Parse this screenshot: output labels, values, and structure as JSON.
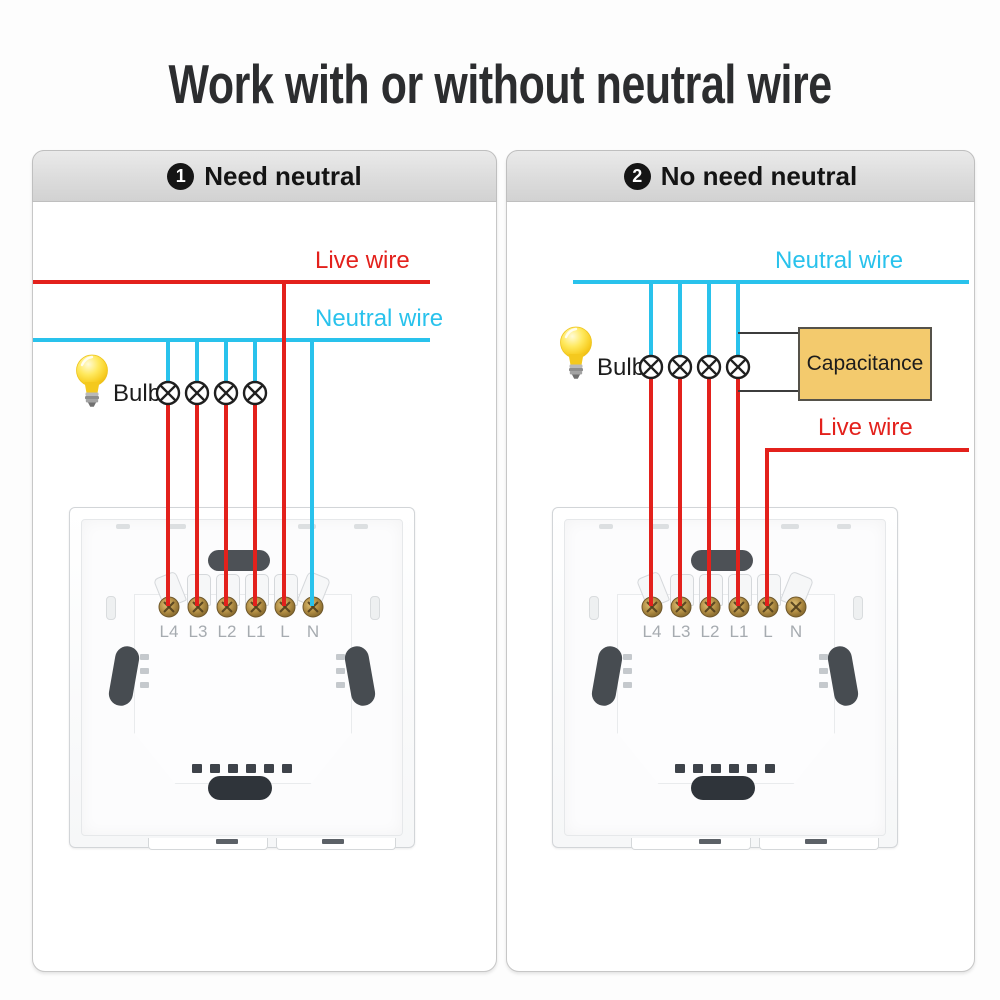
{
  "title": "Work with or without neutral wire",
  "colors": {
    "live_wire": "#e3211c",
    "neutral_wire": "#29c2ec",
    "connector_wire": "#3c3c3c",
    "capacitance_fill": "#f3ca6d",
    "capacitance_border": "#55524a",
    "badge_bg": "#151515",
    "header_bg": "#dcdcdc"
  },
  "panels": [
    {
      "badge": "1",
      "title": "Need neutral",
      "live_wire_label": "Live wire",
      "neutral_wire_label": "Neutral wire",
      "bulb_label": "Bulb",
      "lamp_count": 4,
      "switch_terminals": [
        "L4",
        "L3",
        "L2",
        "L1",
        "L",
        "N"
      ]
    },
    {
      "badge": "2",
      "title": "No need neutral",
      "neutral_wire_label": "Neutral wire",
      "live_wire_label": "Live wire",
      "bulb_label": "Bulb",
      "capacitance_label": "Capacitance",
      "lamp_count": 4,
      "switch_terminals": [
        "L4",
        "L3",
        "L2",
        "L1",
        "L",
        "N"
      ]
    }
  ]
}
